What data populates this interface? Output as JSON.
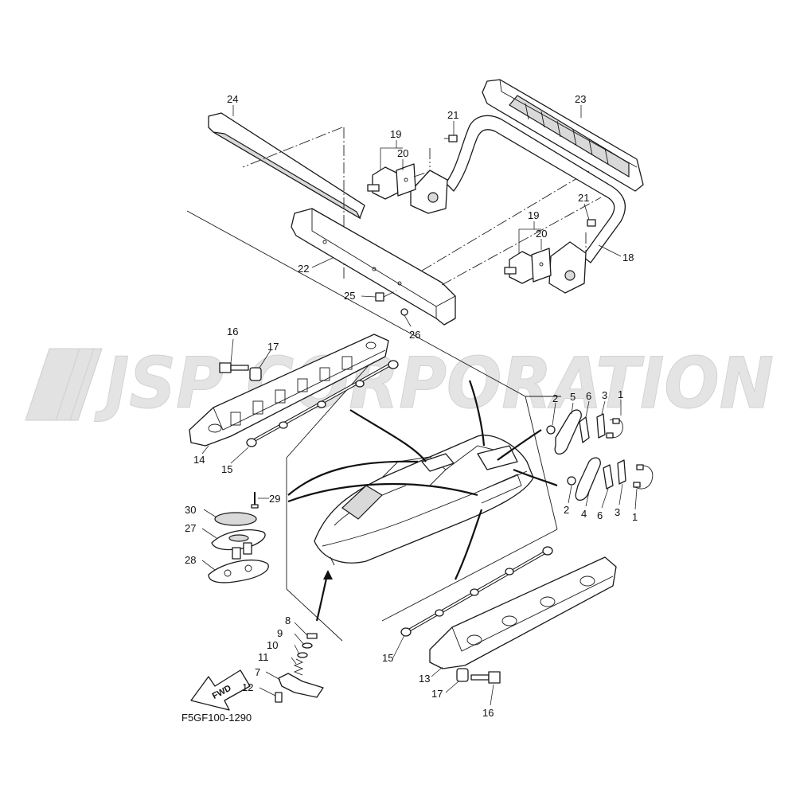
{
  "watermark": "JSP CORPORATION",
  "diagram_code": "F5GF100-1290",
  "fwd_label": "FWD",
  "callouts": {
    "p1a": "1",
    "p1b": "1",
    "p2a": "2",
    "p2b": "2",
    "p3a": "3",
    "p3b": "3",
    "p4": "4",
    "p5": "5",
    "p6a": "6",
    "p6b": "6",
    "p7": "7",
    "p8": "8",
    "p9": "9",
    "p10": "10",
    "p11": "11",
    "p12": "12",
    "p13": "13",
    "p14": "14",
    "p15a": "15",
    "p15b": "15",
    "p16a": "16",
    "p16b": "16",
    "p17a": "17",
    "p17b": "17",
    "p18": "18",
    "p19a": "19",
    "p19b": "19",
    "p20a": "20",
    "p20b": "20",
    "p21a": "21",
    "p21b": "21",
    "p22": "22",
    "p23": "23",
    "p24": "24",
    "p25": "25",
    "p26": "26",
    "p27": "27",
    "p28": "28",
    "p29": "29",
    "p30": "30"
  }
}
